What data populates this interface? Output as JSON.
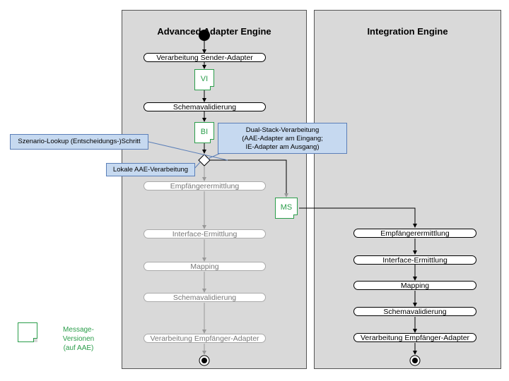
{
  "lanes": {
    "aae_title": "Advanced Adapter Engine",
    "ie_title": "Integration Engine"
  },
  "aae_steps": {
    "sender": "Verarbeitung Sender-Adapter",
    "schema1": "Schemavalidierung",
    "receiver_det": "Empfängerermittlung",
    "interface_det": "Interface-Ermittlung",
    "mapping": "Mapping",
    "schema2": "Schemavalidierung",
    "receiver_adapter": "Verarbeitung Empfänger-Adapter"
  },
  "ie_steps": {
    "receiver_det": "Empfängerermittlung",
    "interface_det": "Interface-Ermittlung",
    "mapping": "Mapping",
    "schema": "Schemavalidierung",
    "receiver_adapter": "Verarbeitung Empfänger-Adapter"
  },
  "docs": {
    "vi": "VI",
    "bi": "BI",
    "ms": "MS"
  },
  "notes": {
    "scenario_lookup": "Szenario-Lookup (Entscheidungs-)Schritt",
    "local_processing": "Lokale AAE-Verarbeitung",
    "dual_stack_1": "Dual-Stack-Verarbeitung",
    "dual_stack_2": "(AAE-Adapter am Eingang;",
    "dual_stack_3": "IE-Adapter am Ausgang)"
  },
  "legend": {
    "line1": "Message-",
    "line2": "Versionen",
    "line3": "(auf AAE)"
  },
  "colors": {
    "lane": "#d9d9d9",
    "note": "#c6d9f0",
    "doc": "#2a9d4a"
  }
}
